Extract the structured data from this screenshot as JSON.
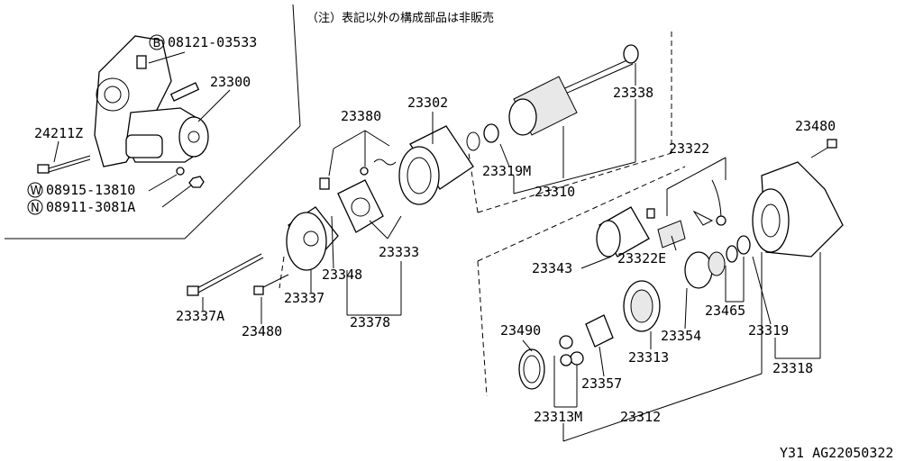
{
  "note": "（注）表記以外の構成部品は非販売",
  "footer_code": "Y31  AG22050322",
  "callouts": {
    "b_prefix": "B",
    "w_prefix": "W",
    "n_prefix": "N",
    "bolt_b": "08121-03533",
    "starter_assy": "23300",
    "harness": "24211Z",
    "washer_w": "08915-13810",
    "nut_n": "08911-3081A",
    "p23380": "23380",
    "p23302": "23302",
    "p23338": "23338",
    "p23319m": "23319M",
    "p23310": "23310",
    "p23322": "23322",
    "p23480a": "23480",
    "p23333": "23333",
    "p23348": "23348",
    "p23337": "23337",
    "p23378": "23378",
    "p23337a": "23337A",
    "p23480b": "23480",
    "p23343": "23343",
    "p23322e": "23322E",
    "p23465": "23465",
    "p23354": "23354",
    "p23319": "23319",
    "p23318": "23318",
    "p23490": "23490",
    "p23313": "23313",
    "p23357": "23357",
    "p23313m": "23313M",
    "p23312": "23312"
  }
}
